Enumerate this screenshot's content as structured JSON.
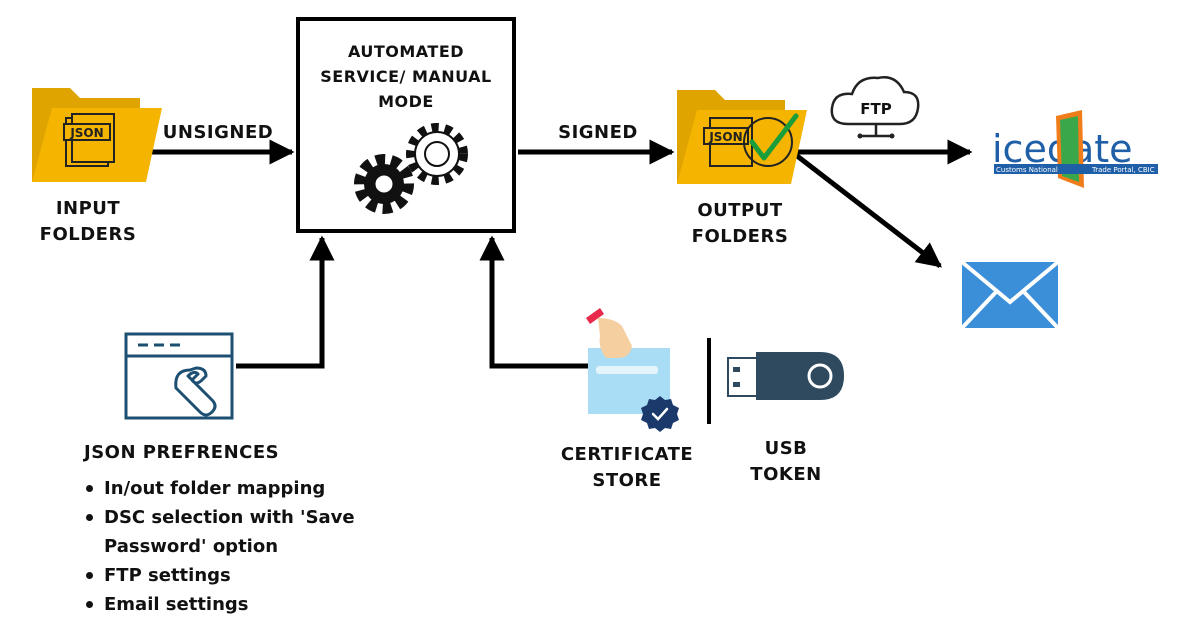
{
  "center_box": {
    "lines": [
      "AUTOMATED",
      "SERVICE/ MANUAL",
      "MODE"
    ]
  },
  "input": {
    "label_lines": [
      "INPUT",
      "FOLDERS"
    ],
    "badge": "JSON"
  },
  "output": {
    "label_lines": [
      "OUTPUT",
      "FOLDERS"
    ],
    "badge": "JSON"
  },
  "edges": {
    "unsigned": "UNSIGNED",
    "signed": "SIGNED"
  },
  "ftp": {
    "label": "FTP"
  },
  "icegate": {
    "logo_text": "icegate",
    "tagline_left": "Customs National",
    "tagline_right": "Trade Portal, CBIC"
  },
  "certificate_store": {
    "label_lines": [
      "CERTIFICATE",
      "STORE"
    ]
  },
  "usb_token": {
    "label_lines": [
      "USB",
      "TOKEN"
    ]
  },
  "json_prefs": {
    "title": "JSON PREFRENCES",
    "items": [
      "In/out folder mapping",
      "DSC selection with 'Save Password' option",
      "FTP settings",
      "Email settings"
    ]
  },
  "colors": {
    "folder": "#f4b400",
    "folder_light": "#fbc531",
    "navy": "#1d4f73",
    "email": "#3b8fd9",
    "usb": "#2f4a5e",
    "icegate_blue": "#1f5fa8",
    "icegate_orange": "#f07c1a",
    "icegate_green": "#3aa84a",
    "check": "#1a9e3b",
    "badge": "#1b3a6b",
    "cert_blue": "#a9dcf5",
    "ribbon_red": "#e8294c"
  }
}
